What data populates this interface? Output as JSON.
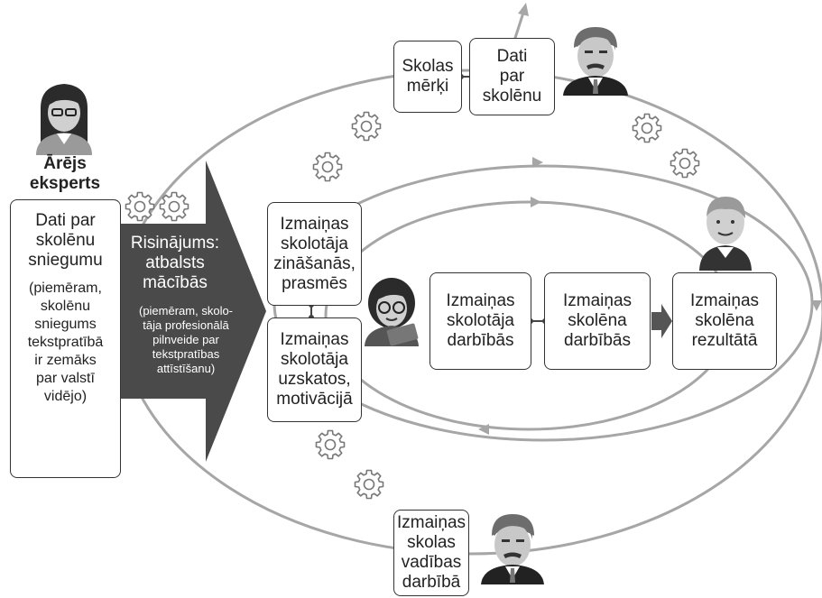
{
  "external_expert": {
    "label": "Ārējs\neksperts",
    "data_title": "Dati par\nskolēnu\nsniegumu",
    "data_note": "(piemēram,\nskolēnu\nsniegums\ntekstpratībā\nir zemāks\npar valstī\nvidējo)"
  },
  "solution": {
    "title": "Risinājums:\natbalsts\nmācībās",
    "note": "(piemēram, skolo-\ntāja profesionālā\npilnveide par\ntekstpratības\nattīstīšanu)"
  },
  "top": {
    "school_goals": "Skolas\nmērķi",
    "student_data": "Dati\npar\nskolēnu"
  },
  "teacher_knowledge": "Izmaiņas\nskolotāja\nzināšanās,\nprasmēs",
  "teacher_attitudes": "Izmaiņas\nskolotāja\nuzskatos,\nmotivācijā",
  "teacher_actions": "Izmaiņas\nskolotāja\ndarbībās",
  "student_actions": "Izmaiņas\nskolēna\ndarbībās",
  "student_results": "Izmaiņas\nskolēna\nrezultātā",
  "leadership": "Izmaiņas\nskolas\nvadības\ndarbībā",
  "colors": {
    "arrow": "#4a4a4a",
    "loop": "#a6a6a6",
    "border": "#333333",
    "gear": "#777777"
  },
  "icons": [
    "woman-expert-icon",
    "man-principal-icon",
    "teacher-icon",
    "student-icon",
    "man-leader-icon",
    "gear-icon"
  ]
}
